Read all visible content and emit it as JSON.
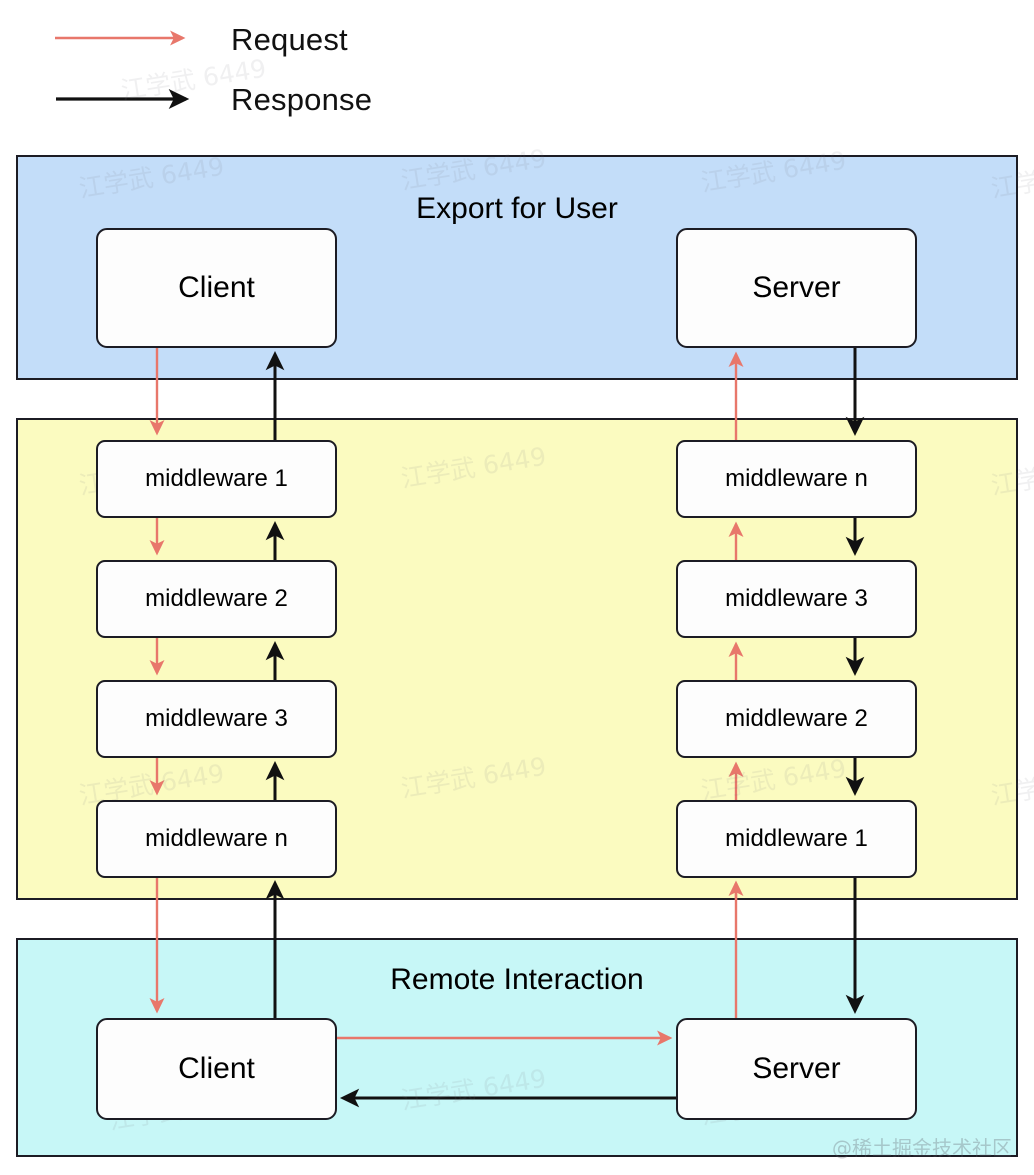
{
  "legend": {
    "request_label": "Request",
    "response_label": "Response",
    "request_color": "#e8776b",
    "response_color": "#111111"
  },
  "bands": {
    "export": {
      "title": "Export for User",
      "color": "#c3ddf9"
    },
    "middleware": {
      "title": "",
      "color": "#fbfbc0"
    },
    "remote": {
      "title": "Remote Interaction",
      "color": "#c7f7f7"
    }
  },
  "nodes": {
    "client_top": "Client",
    "server_top": "Server",
    "client_bottom": "Client",
    "server_bottom": "Server",
    "middleware_left": [
      "middleware 1",
      "middleware 2",
      "middleware 3",
      "middleware n"
    ],
    "middleware_right": [
      "middleware n",
      "middleware 3",
      "middleware 2",
      "middleware 1"
    ]
  },
  "watermarks": {
    "tile": "江学武 6449",
    "credit": "@稀土掘金技术社区"
  },
  "diagram_data": {
    "type": "flow",
    "request_path": [
      "Client (Export for User)",
      "middleware 1 (left)",
      "middleware 2 (left)",
      "middleware 3 (left)",
      "middleware n (left)",
      "Client (Remote Interaction)",
      "Server (Remote Interaction)",
      "middleware 1 (right)",
      "middleware 2 (right)",
      "middleware 3 (right)",
      "middleware n (right)",
      "Server (Export for User)"
    ],
    "response_path": [
      "Server (Export for User)",
      "middleware n (right)",
      "middleware 3 (right)",
      "middleware 2 (right)",
      "middleware 1 (right)",
      "Server (Remote Interaction)",
      "Client (Remote Interaction)",
      "middleware n (left)",
      "middleware 3 (left)",
      "middleware 2 (left)",
      "middleware 1 (left)",
      "Client (Export for User)"
    ]
  }
}
